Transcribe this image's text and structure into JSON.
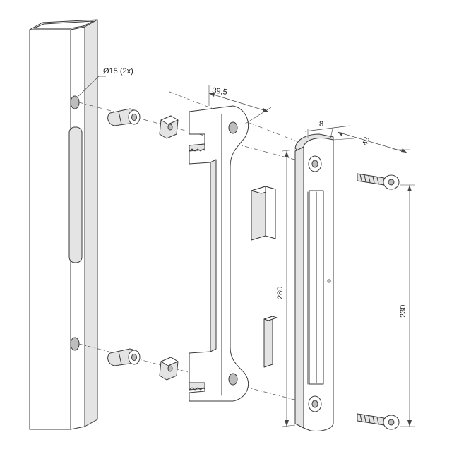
{
  "labels": {
    "hole_diameter": "Ø15 (2x)",
    "dim_bracket_depth": "39,5",
    "dim_keeper_thickness": "8",
    "dim_keeper_depth": "43",
    "dim_total_height": "280",
    "dim_screw_spacing": "230"
  },
  "colors": {
    "line": "#3a3a3a",
    "shade": "#e4e4e4",
    "background": "#ffffff"
  }
}
